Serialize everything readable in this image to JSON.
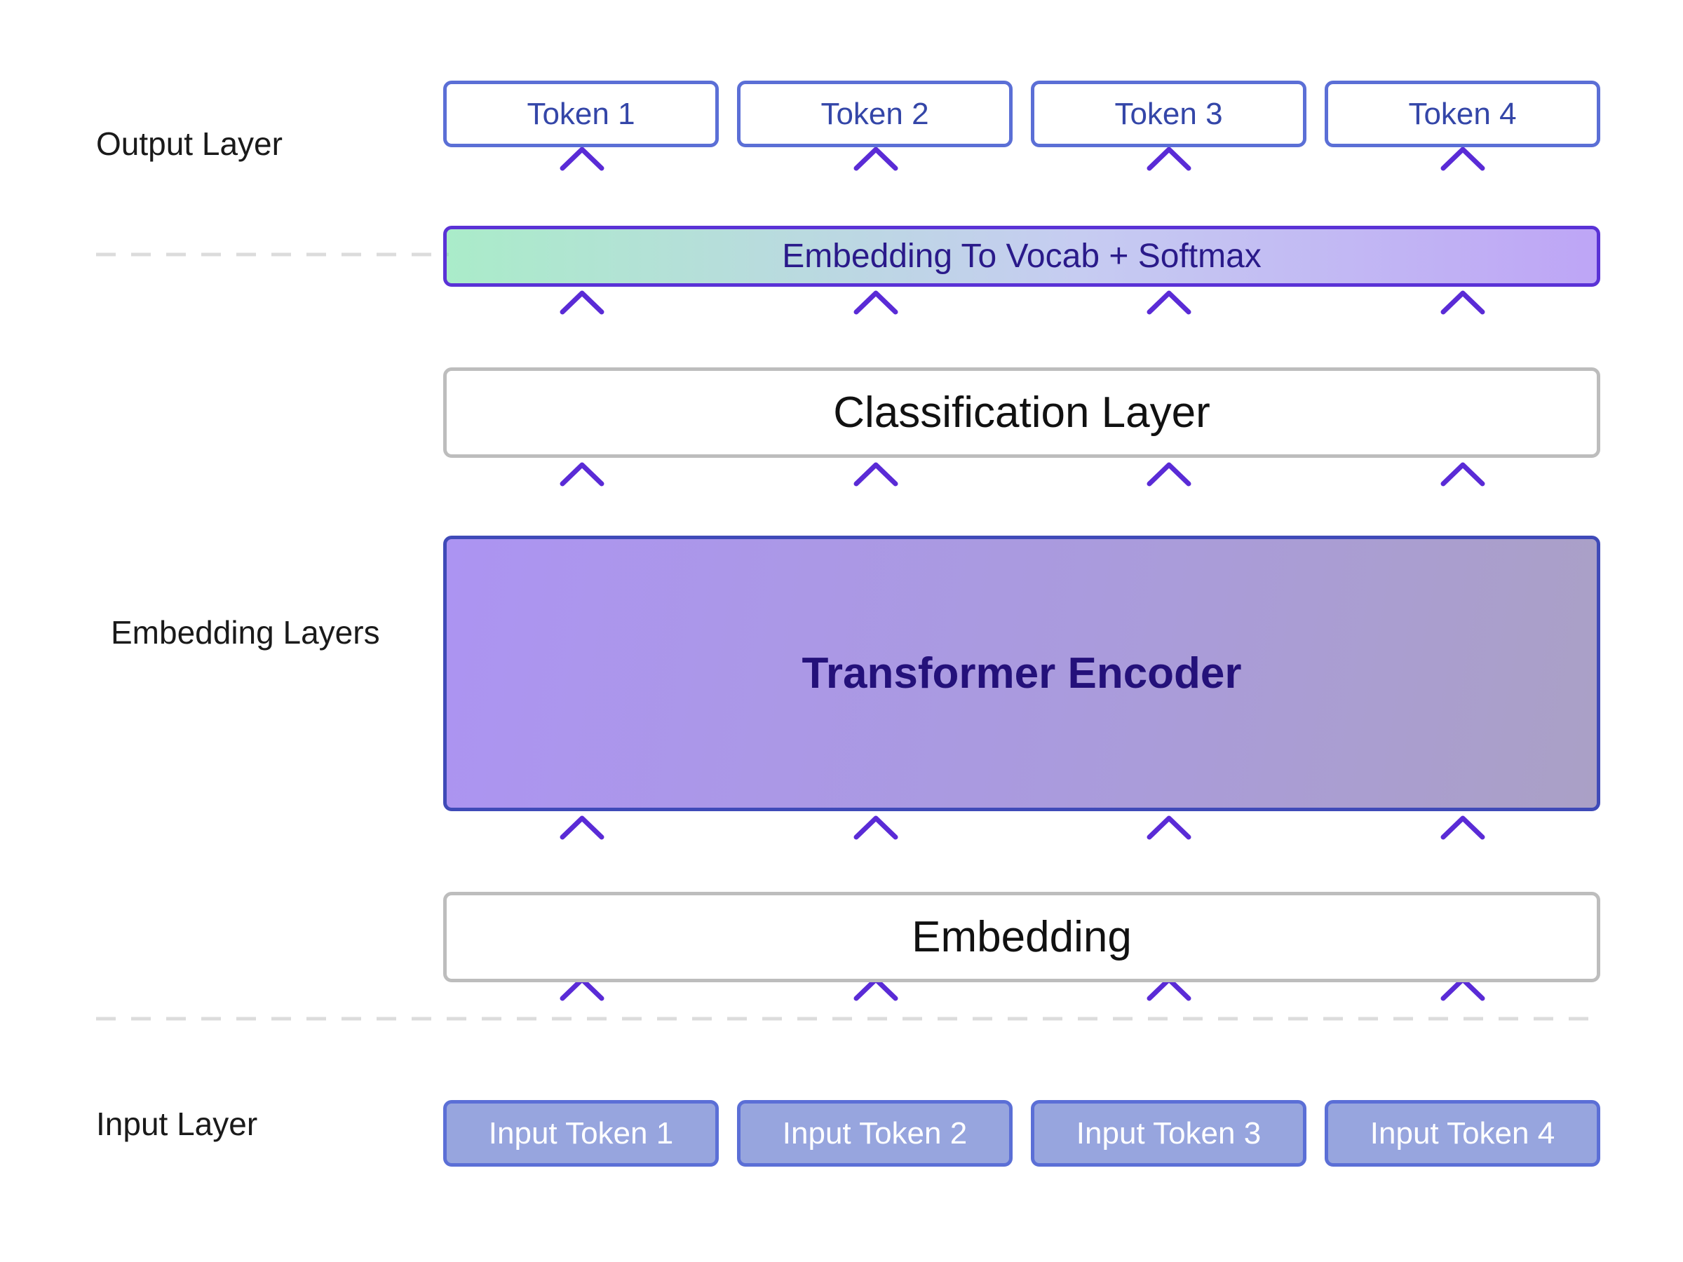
{
  "side_labels": {
    "output": "Output Layer",
    "embedding": "Embedding Layers",
    "input": "Input Layer"
  },
  "output_tokens": [
    "Token 1",
    "Token 2",
    "Token 3",
    "Token 4"
  ],
  "softmax_label": "Embedding To Vocab + Softmax",
  "classification_label": "Classification Layer",
  "encoder_label": "Transformer Encoder",
  "embedding_label": "Embedding",
  "input_tokens": [
    "Input Token 1",
    "Input Token 2",
    "Input Token 3",
    "Input Token 4"
  ],
  "colors": {
    "arrow": "#5a2bd6",
    "token_border": "#5b6fd6",
    "input_token_fill": "#97a5de",
    "plain_border": "#bdbdbd",
    "divider": "#dcdcdc"
  }
}
